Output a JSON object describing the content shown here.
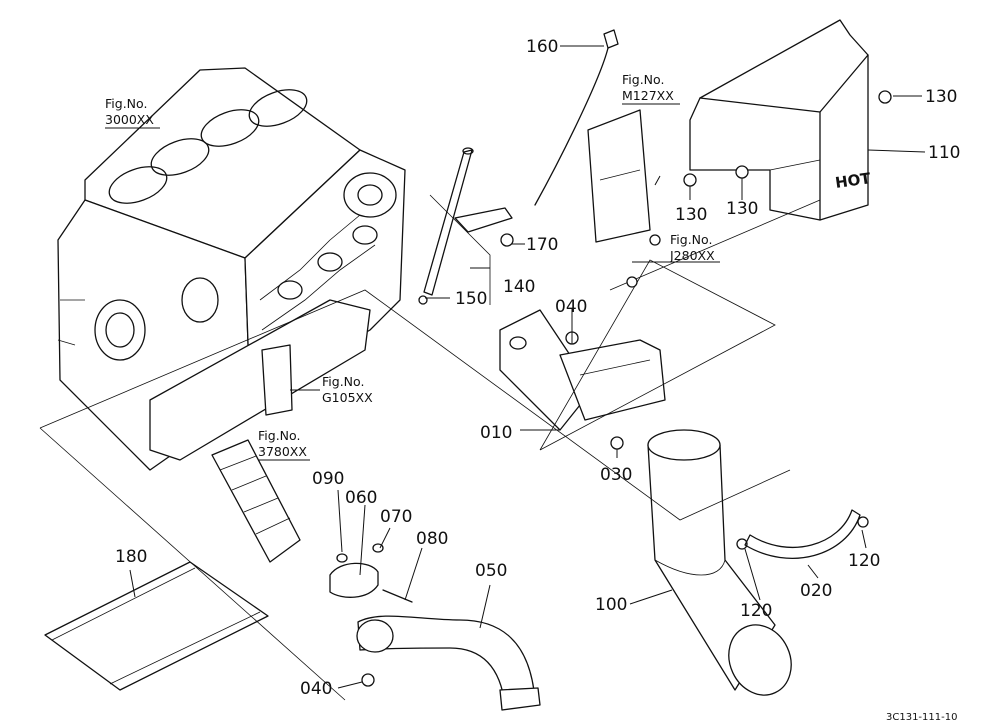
{
  "parts": [
    {
      "id": "p160",
      "label": "160"
    },
    {
      "id": "p130a",
      "label": "130"
    },
    {
      "id": "p110",
      "label": "110"
    },
    {
      "id": "p130b",
      "label": "130"
    },
    {
      "id": "p130c",
      "label": "130"
    },
    {
      "id": "p170",
      "label": "170"
    },
    {
      "id": "p140",
      "label": "140"
    },
    {
      "id": "p150",
      "label": "150"
    },
    {
      "id": "p040a",
      "label": "040"
    },
    {
      "id": "p010",
      "label": "010"
    },
    {
      "id": "p030",
      "label": "030"
    },
    {
      "id": "p090",
      "label": "090"
    },
    {
      "id": "p060",
      "label": "060"
    },
    {
      "id": "p070",
      "label": "070"
    },
    {
      "id": "p080",
      "label": "080"
    },
    {
      "id": "p050",
      "label": "050"
    },
    {
      "id": "p180",
      "label": "180"
    },
    {
      "id": "p100",
      "label": "100"
    },
    {
      "id": "p120a",
      "label": "120"
    },
    {
      "id": "p120b",
      "label": "120"
    },
    {
      "id": "p020",
      "label": "020"
    },
    {
      "id": "p040b",
      "label": "040"
    }
  ],
  "refs": [
    {
      "id": "r3000",
      "line1": "Fig.No.",
      "line2": "3000XX"
    },
    {
      "id": "rM127",
      "line1": "Fig.No.",
      "line2": "M127XX"
    },
    {
      "id": "rJ280",
      "line1": "Fig.No.",
      "line2": "J280XX"
    },
    {
      "id": "rG105",
      "line1": "Fig.No.",
      "line2": "G105XX"
    },
    {
      "id": "r3780",
      "line1": "Fig.No.",
      "line2": "3780XX"
    }
  ],
  "hot_label": "HOT",
  "drawing_code": "3C131-111-10"
}
